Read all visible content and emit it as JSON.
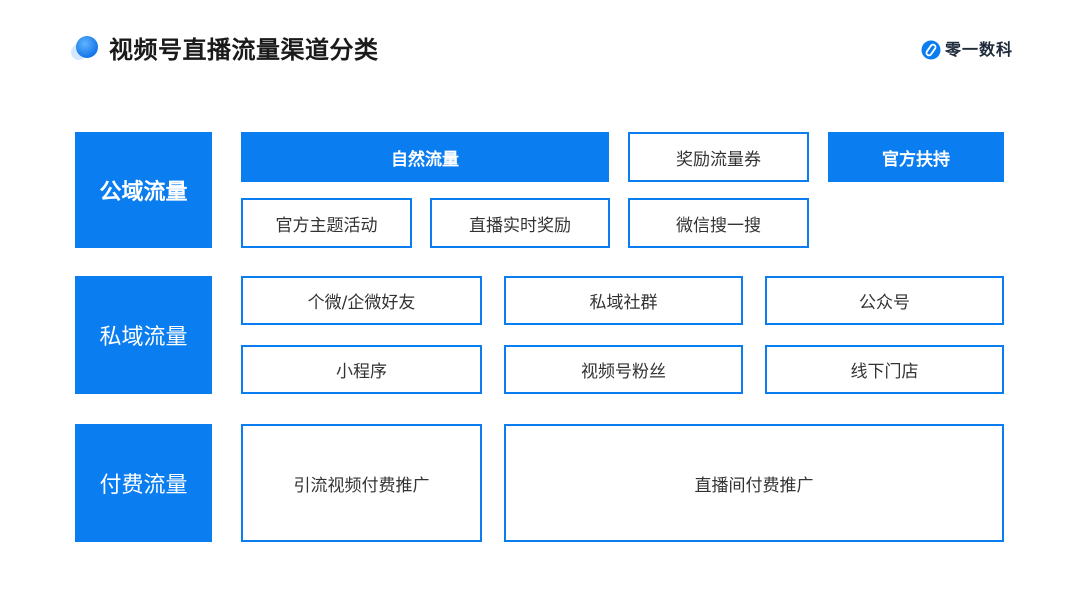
{
  "header": {
    "title": "视频号直播流量渠道分类",
    "brand": "零一数科",
    "title_icon": "blue-orb-icon",
    "brand_icon": "brand-link-icon"
  },
  "colors": {
    "accent": "#0A7DF0",
    "text": "#333333",
    "title": "#1A1A1A"
  },
  "categories": [
    {
      "label": "公域流量",
      "items": [
        {
          "label": "自然流量",
          "highlight": true
        },
        {
          "label": "奖励流量券",
          "highlight": false
        },
        {
          "label": "官方扶持",
          "highlight": true
        },
        {
          "label": "官方主题活动",
          "highlight": false
        },
        {
          "label": "直播实时奖励",
          "highlight": false
        },
        {
          "label": "微信搜一搜",
          "highlight": false
        }
      ]
    },
    {
      "label": "私域流量",
      "items": [
        {
          "label": "个微/企微好友",
          "highlight": false
        },
        {
          "label": "私域社群",
          "highlight": false
        },
        {
          "label": "公众号",
          "highlight": false
        },
        {
          "label": "小程序",
          "highlight": false
        },
        {
          "label": "视频号粉丝",
          "highlight": false
        },
        {
          "label": "线下门店",
          "highlight": false
        }
      ]
    },
    {
      "label": "付费流量",
      "items": [
        {
          "label": "引流视频付费推广",
          "highlight": false
        },
        {
          "label": "直播间付费推广",
          "highlight": false
        }
      ]
    }
  ]
}
